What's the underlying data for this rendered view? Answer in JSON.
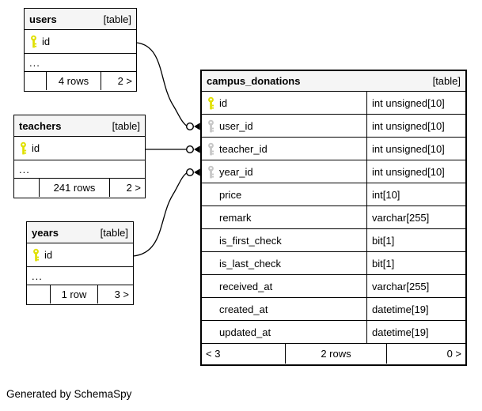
{
  "diagram": {
    "generator_credit": "Generated by SchemaSpy",
    "colors": {
      "primary_key_icon": "#e0e000",
      "foreign_key_icon": "#c6c6c6",
      "header_background": "#f5f5f5",
      "border": "#000000",
      "background": "#ffffff"
    },
    "relationships": [
      {
        "from": "users.id",
        "to": "campus_donations.user_id"
      },
      {
        "from": "teachers.id",
        "to": "campus_donations.teacher_id"
      },
      {
        "from": "years.id",
        "to": "campus_donations.year_id"
      }
    ]
  },
  "tables": {
    "users": {
      "name": "users",
      "tag": "[table]",
      "columns": [
        {
          "name": "id",
          "key": "primary"
        }
      ],
      "ellipsis": "...",
      "footer": {
        "left": "",
        "center": "4 rows",
        "right": "2 >"
      }
    },
    "teachers": {
      "name": "teachers",
      "tag": "[table]",
      "columns": [
        {
          "name": "id",
          "key": "primary"
        }
      ],
      "ellipsis": "...",
      "footer": {
        "left": "",
        "center": "241 rows",
        "right": "2 >"
      }
    },
    "years": {
      "name": "years",
      "tag": "[table]",
      "columns": [
        {
          "name": "id",
          "key": "primary"
        }
      ],
      "ellipsis": "...",
      "footer": {
        "left": "",
        "center": "1 row",
        "right": "3 >"
      }
    },
    "campus_donations": {
      "name": "campus_donations",
      "tag": "[table]",
      "columns": [
        {
          "name": "id",
          "type": "int unsigned[10]",
          "key": "primary"
        },
        {
          "name": "user_id",
          "type": "int unsigned[10]",
          "key": "foreign"
        },
        {
          "name": "teacher_id",
          "type": "int unsigned[10]",
          "key": "foreign"
        },
        {
          "name": "year_id",
          "type": "int unsigned[10]",
          "key": "foreign"
        },
        {
          "name": "price",
          "type": "int[10]",
          "key": ""
        },
        {
          "name": "remark",
          "type": "varchar[255]",
          "key": ""
        },
        {
          "name": "is_first_check",
          "type": "bit[1]",
          "key": ""
        },
        {
          "name": "is_last_check",
          "type": "bit[1]",
          "key": ""
        },
        {
          "name": "received_at",
          "type": "varchar[255]",
          "key": ""
        },
        {
          "name": "created_at",
          "type": "datetime[19]",
          "key": ""
        },
        {
          "name": "updated_at",
          "type": "datetime[19]",
          "key": ""
        }
      ],
      "footer": {
        "left": "< 3",
        "center": "2 rows",
        "right": "0 >"
      }
    }
  }
}
